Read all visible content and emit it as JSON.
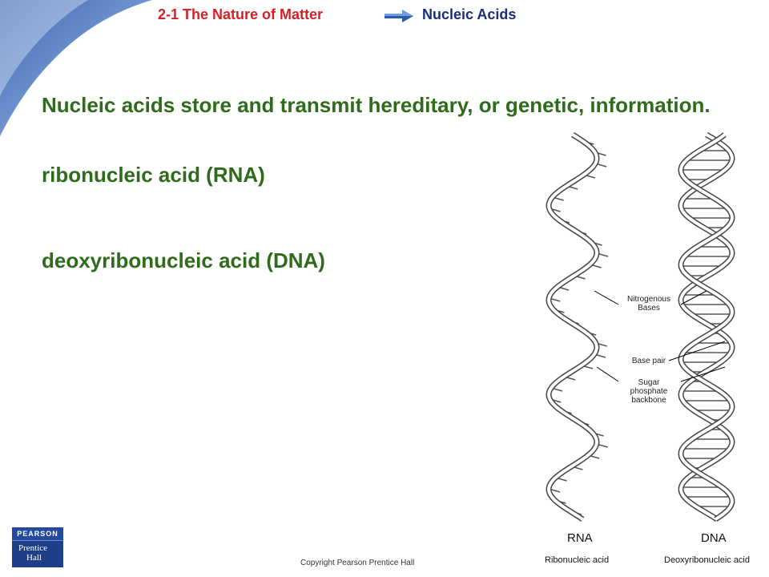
{
  "header": {
    "section": "2-1 The Nature of Matter",
    "topic": "Nucleic Acids"
  },
  "content": {
    "statement": "Nucleic acids store and transmit hereditary, or genetic, information.",
    "terms": [
      "ribonucleic acid (RNA)",
      "deoxyribonucleic acid (DNA)"
    ]
  },
  "figure": {
    "labels": {
      "bases_line1": "Nitrogenous",
      "bases_line2": "Bases",
      "base_pair": "Base pair",
      "sugar_line1": "Sugar",
      "sugar_line2": "phosphate",
      "sugar_line3": "backbone"
    },
    "rna_label": "RNA",
    "dna_label": "DNA",
    "rna_caption": "Ribonucleic acid",
    "dna_caption": "Deoxyribonucleic acid"
  },
  "footer": {
    "logo_brand": "PEARSON",
    "logo_line1": "Prentice",
    "logo_line2": "Hall",
    "copyright": "Copyright Pearson Prentice Hall"
  },
  "colors": {
    "header_left": "#d42027",
    "header_right": "#1a2f7a",
    "body_text": "#2e6b1a",
    "swoosh": "#3f74c4"
  }
}
